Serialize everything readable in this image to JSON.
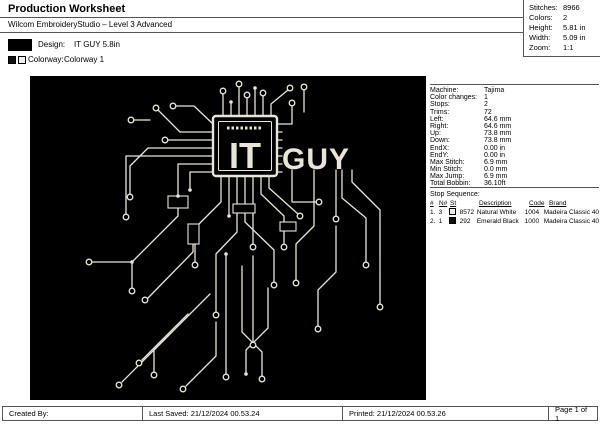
{
  "header": {
    "title": "Production Worksheet",
    "subtitle": "Wilcom EmbroideryStudio – Level 3 Advanced",
    "design_label": "Design:",
    "design_value": "IT GUY 5.8in",
    "colorway_label": "Colorway:",
    "colorway_value": "Colorway 1",
    "colorway_swatches": [
      "#111111",
      "#f2efe4"
    ]
  },
  "stats": {
    "rows": [
      {
        "label": "Stitches:",
        "value": "8966"
      },
      {
        "label": "Colors:",
        "value": "2"
      },
      {
        "label": "Height:",
        "value": "5.81 in"
      },
      {
        "label": "Width:",
        "value": "5.09 in"
      },
      {
        "label": "Zoom:",
        "value": "1:1"
      }
    ]
  },
  "machine": {
    "rows": [
      {
        "label": "Machine:",
        "value": "Tajima"
      },
      {
        "label": "Color changes:",
        "value": "1"
      },
      {
        "label": "Stops:",
        "value": "2"
      },
      {
        "label": "Trims:",
        "value": "72"
      },
      {
        "label": "Left:",
        "value": "64.6 mm"
      },
      {
        "label": "Right:",
        "value": "64.6 mm"
      },
      {
        "label": "Up:",
        "value": "73.8 mm"
      },
      {
        "label": "Down:",
        "value": "73.8 mm"
      },
      {
        "label": "EndX:",
        "value": "0.00 in"
      },
      {
        "label": "EndY:",
        "value": "0.00 in"
      },
      {
        "label": "Max Stitch:",
        "value": "6.9 mm"
      },
      {
        "label": "Min Stitch:",
        "value": "0.0 mm"
      },
      {
        "label": "Max Jump:",
        "value": "6.9 mm"
      },
      {
        "label": "Total Bobbin:",
        "value": "36.10ft"
      }
    ]
  },
  "stop_sequence": {
    "title": "Stop Sequence:",
    "headers": [
      "#",
      "N#",
      "St",
      "Description",
      "Code",
      "Brand"
    ],
    "rows": [
      {
        "num": "1.",
        "n": "3",
        "swatch": "#f2efe4",
        "st": "8572",
        "description": "Natural White",
        "code": "1004",
        "brand": "Madeira Classic 40"
      },
      {
        "num": "2.",
        "n": "1",
        "swatch": "#111111",
        "st": "292",
        "description": "Emerald Black",
        "code": "1000",
        "brand": "Madeira Classic 40"
      }
    ]
  },
  "artwork": {
    "it_text": "IT",
    "guy_text": "GUY",
    "thread_color": "#e9e5d8",
    "background_color": "#000000"
  },
  "footer": {
    "created_by": "Created By:",
    "last_saved": "Last Saved: 21/12/2024 00.53.24",
    "printed": "Printed: 21/12/2024 00.53.26",
    "page": "Page 1 of 1"
  }
}
